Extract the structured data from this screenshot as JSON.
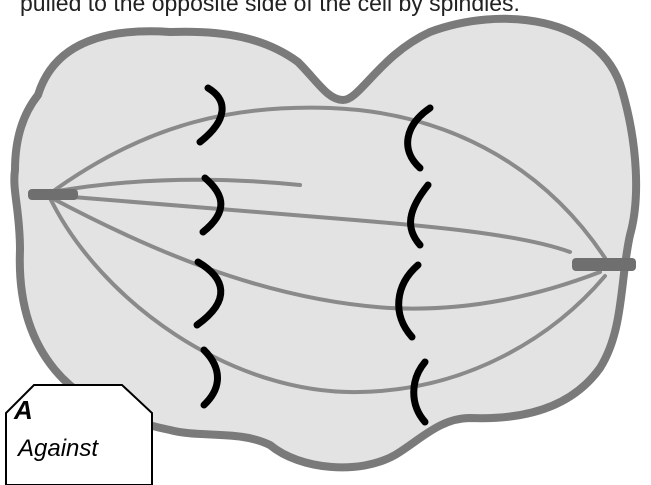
{
  "caption": "pulled to the opposite side of the cell by spindles.",
  "tag": {
    "letter": "A",
    "word": "Against"
  },
  "colors": {
    "cell_fill": "#e3e3e3",
    "cell_outline": "#7a7a7a",
    "spindle": "#8a8a8a",
    "centriole": "#6f6f6f",
    "chromosome": "#000000"
  }
}
